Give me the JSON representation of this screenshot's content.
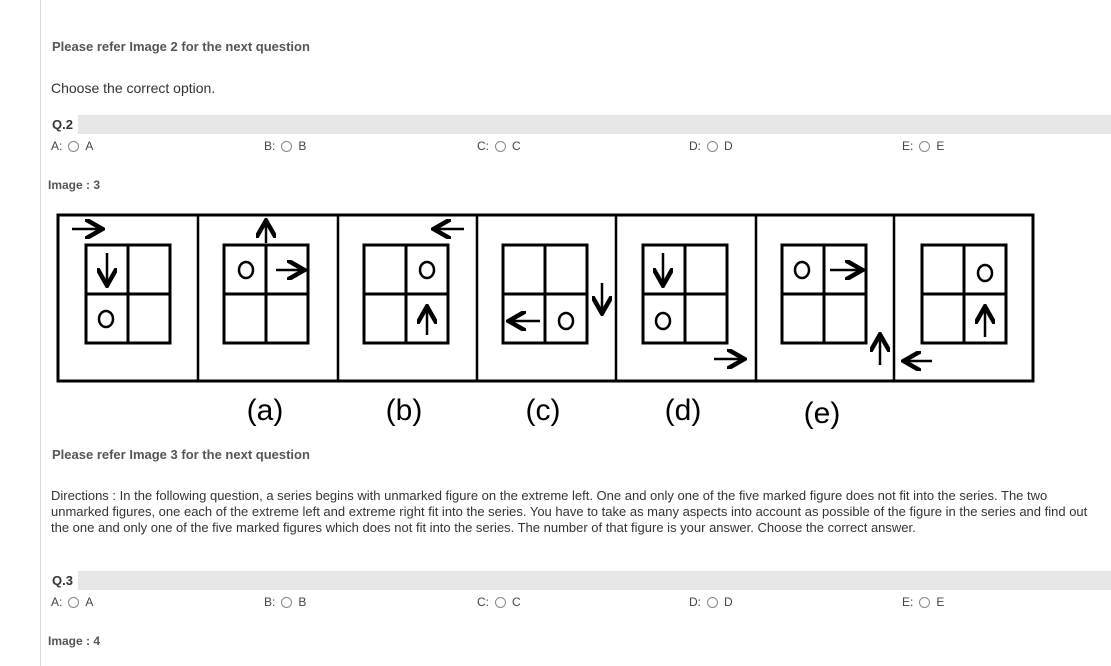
{
  "q1_tail": {
    "refer_text": "Please refer Image 2 for the next question",
    "prompt": "Choose the correct option."
  },
  "q2": {
    "number": "Q.2",
    "options": [
      {
        "key": "A:",
        "label": "A"
      },
      {
        "key": "B:",
        "label": "B"
      },
      {
        "key": "C:",
        "label": "C"
      },
      {
        "key": "D:",
        "label": "D"
      },
      {
        "key": "E:",
        "label": "E"
      }
    ],
    "image_label": "Image : 3"
  },
  "figure": {
    "labels": [
      "(a)",
      "(b)",
      "(c)",
      "(d)",
      "(e)"
    ]
  },
  "q3": {
    "refer_text": "Please refer Image 3 for the next question",
    "directions": "Directions : In the following question, a series begins with unmarked figure on the extreme left. One and only one of the five marked figure does not fit into the series. The two unmarked figures, one each of the extreme left and extreme right fit into the series. You have to take as many aspects into account as possible of the figure in the series and find out the one and only one of the five marked figures which does not fit into the series. The number of that figure is your answer. Choose the correct answer.",
    "number": "Q.3",
    "options": [
      {
        "key": "A:",
        "label": "A"
      },
      {
        "key": "B:",
        "label": "B"
      },
      {
        "key": "C:",
        "label": "C"
      },
      {
        "key": "D:",
        "label": "D"
      },
      {
        "key": "E:",
        "label": "E"
      }
    ],
    "image_label": "Image : 4"
  }
}
